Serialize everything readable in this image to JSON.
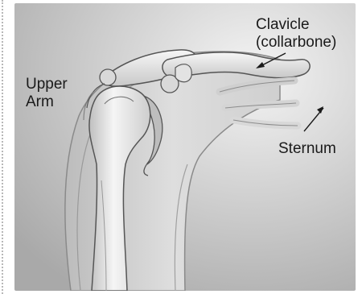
{
  "labels": {
    "clavicle_line1": "Clavicle",
    "clavicle_line2": "(collarbone)",
    "upper_arm_line1": "Upper",
    "upper_arm_line2": "Arm",
    "sternum": "Sternum"
  },
  "colors": {
    "background": "#bdbdbd",
    "bone_light": "#f2f2f2",
    "bone_mid": "#d6d6d6",
    "outline": "#4a4a4a"
  }
}
